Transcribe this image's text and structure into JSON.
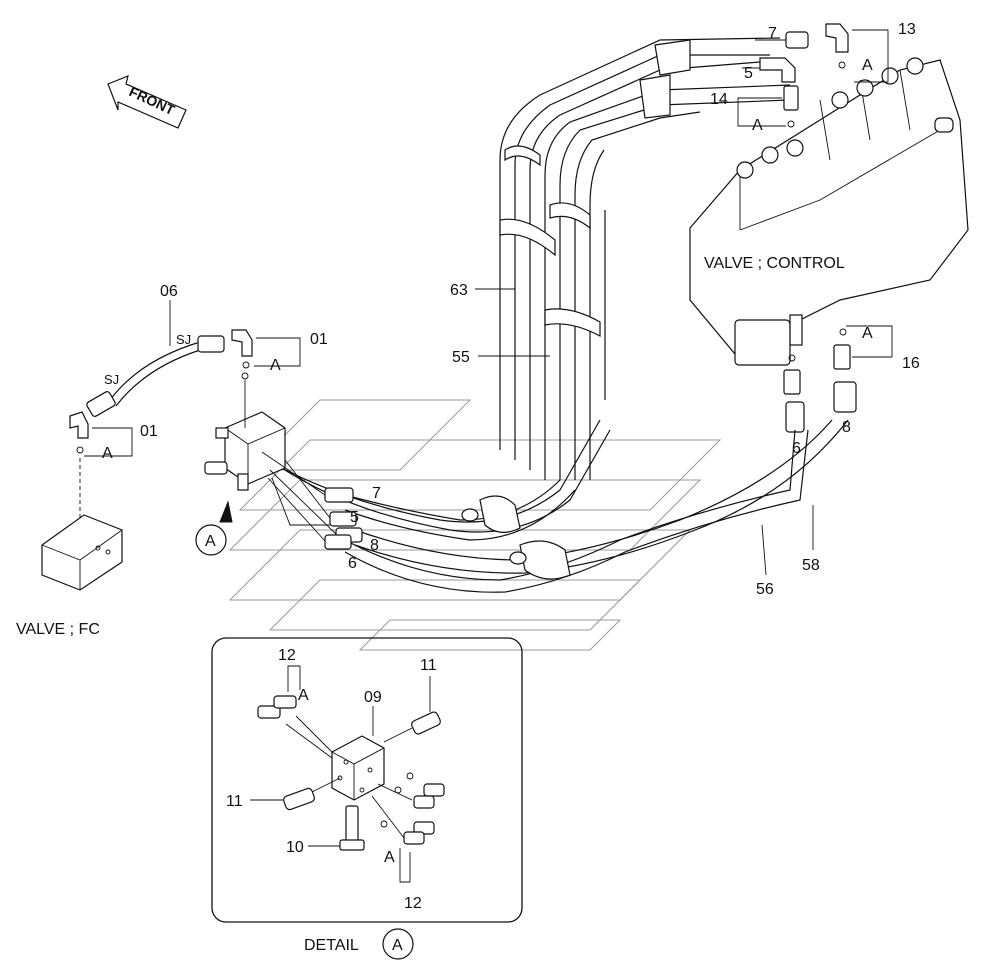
{
  "front_label": "FRONT",
  "valve_control_label": "VALVE ; CONTROL",
  "valve_fc_label": "VALVE ; FC",
  "detail_label": "DETAIL",
  "detail_ref": "A",
  "callouts": {
    "c06": "06",
    "sj_top": "SJ",
    "sj_bottom": "SJ",
    "c01_top": "01",
    "c01_bottom": "01",
    "a_01_top": "A",
    "a_01_bottom": "A",
    "c7_top": "7",
    "c5_top": "5",
    "c13": "13",
    "a_13": "A",
    "c14": "14",
    "a_14": "A",
    "c63": "63",
    "c55": "55",
    "a_16": "A",
    "c16": "16",
    "c6_right": "6",
    "c8_right": "8",
    "c58": "58",
    "c56": "56",
    "c7_mid": "7",
    "c5_mid": "5",
    "c8_mid": "8",
    "c6_mid": "6",
    "block_ref": "A",
    "d12_top": "12",
    "d_a_top": "A",
    "d11_top": "11",
    "d09": "09",
    "d11_left": "11",
    "d10": "10",
    "d_a_bottom": "A",
    "d12_bottom": "12"
  }
}
